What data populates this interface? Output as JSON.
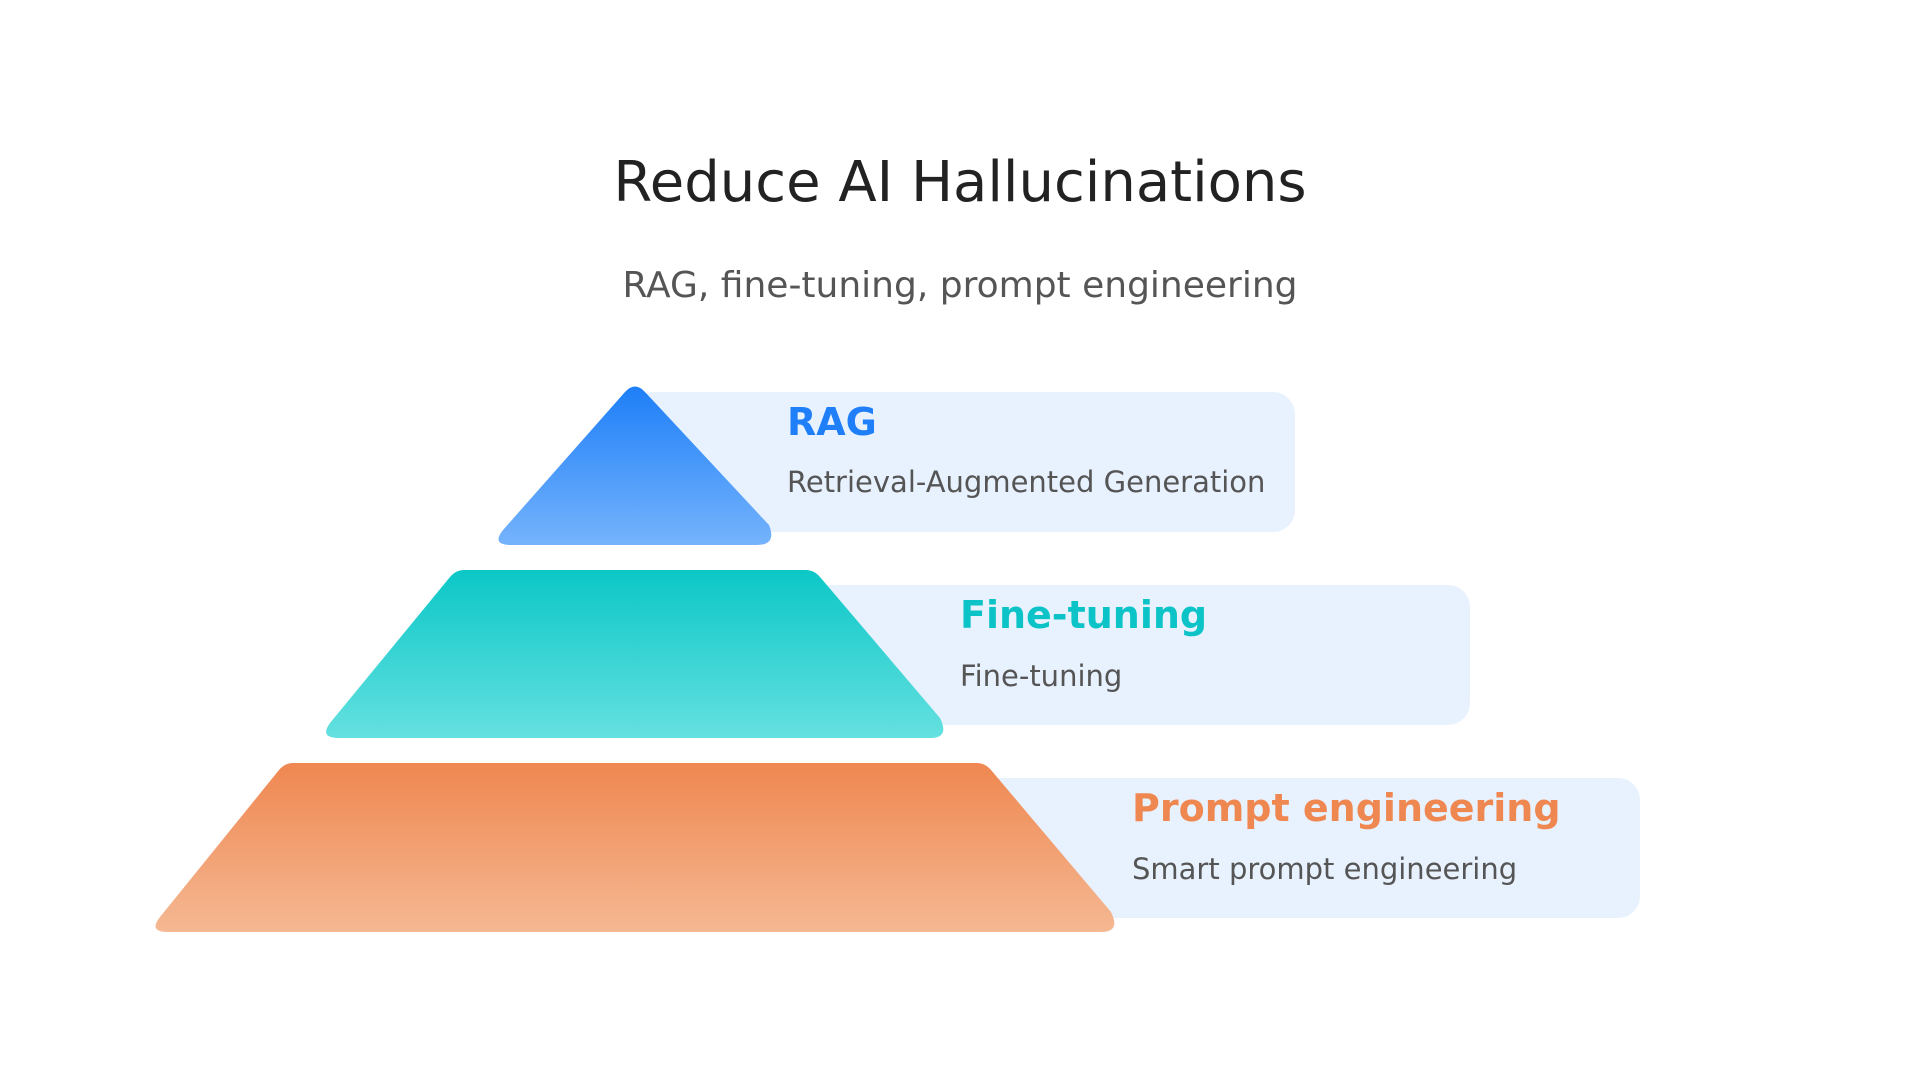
{
  "title": "Reduce AI Hallucinations",
  "subtitle": "RAG, fine-tuning, prompt engineering",
  "levels": [
    {
      "title": "RAG",
      "description": "Retrieval-Augmented Generation",
      "color": "#1E7FF8",
      "gradient": [
        "#1E7FF8",
        "#75B3FC"
      ]
    },
    {
      "title": "Fine-tuning",
      "description": "Fine-tuning",
      "color": "#0CC3C7",
      "gradient": [
        "#0CC7C7",
        "#65E0E0"
      ]
    },
    {
      "title": "Prompt engineering",
      "description": "Smart prompt engineering",
      "color": "#EF8751",
      "gradient": [
        "#EF8751",
        "#F5B892"
      ]
    }
  ],
  "panel_color": "#E8F1FE"
}
